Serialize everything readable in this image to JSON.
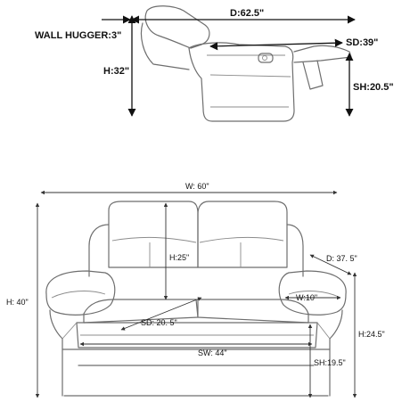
{
  "side_view": {
    "wall_hugger": "WALL HUGGER:3\"",
    "depth_reclined": "D:62.5\"",
    "seat_depth": "SD:39\"",
    "height": "H:32\"",
    "seat_height": "SH:20.5\""
  },
  "front_view": {
    "width": "W: 60\"",
    "height": "H: 40\"",
    "back_height": "H:25\"",
    "depth": "D: 37. 5\"",
    "arm_width": "W:10\"",
    "seat_depth": "SD: 20. 5\"",
    "seat_width": "SW: 44\"",
    "seat_height": "SH:19.5\"",
    "arm_height": "H:24.5\""
  },
  "colors": {
    "outline": "#6e6e6e",
    "dimension": "#111111"
  }
}
